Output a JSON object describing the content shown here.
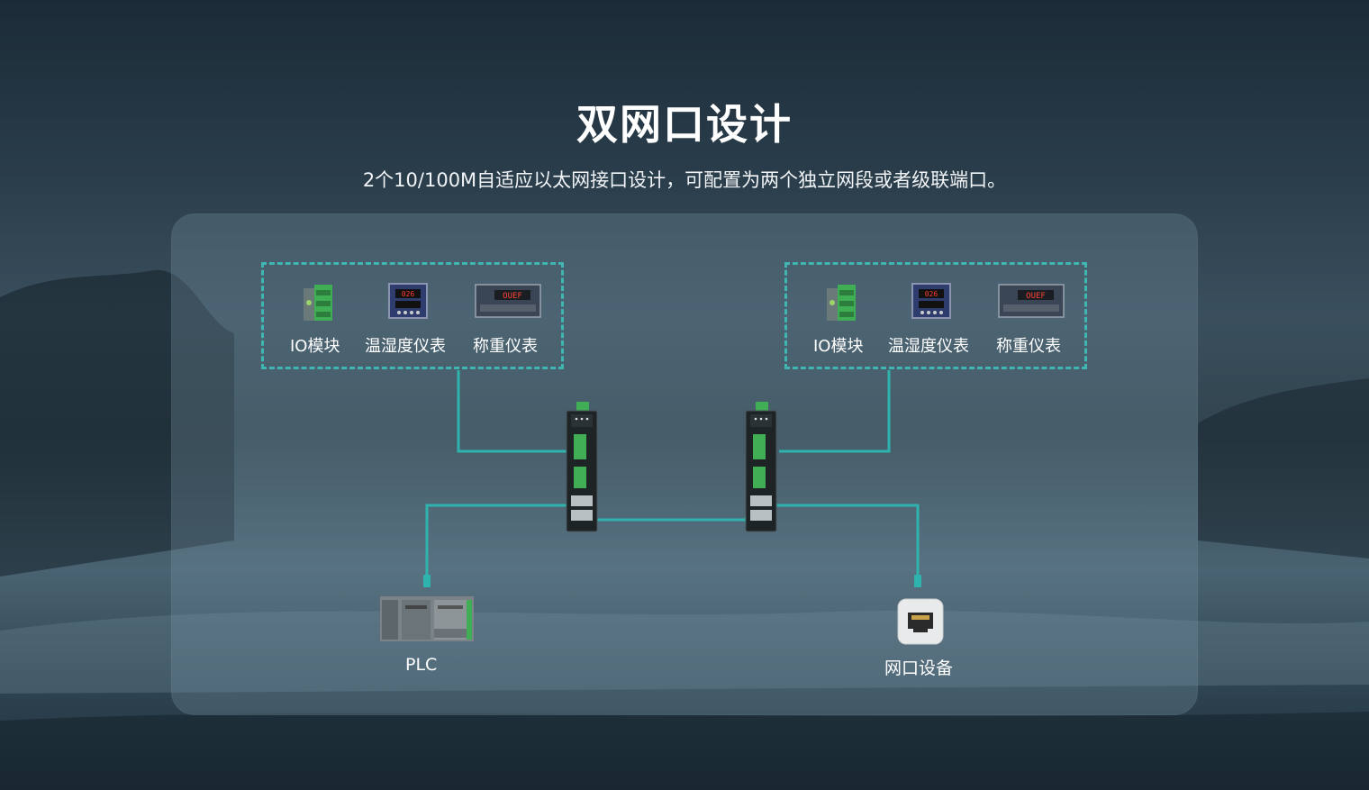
{
  "header": {
    "title": "双网口设计",
    "subtitle": "2个10/100M自适应以太网接口设计，可配置为两个独立网段或者级联端口。"
  },
  "left_group": {
    "devices": [
      {
        "label": "IO模块",
        "icon": "io-module-icon"
      },
      {
        "label": "温湿度仪表",
        "icon": "temp-humidity-meter-icon"
      },
      {
        "label": "称重仪表",
        "icon": "weighing-meter-icon"
      }
    ]
  },
  "right_group": {
    "devices": [
      {
        "label": "IO模块",
        "icon": "io-module-icon"
      },
      {
        "label": "温湿度仪表",
        "icon": "temp-humidity-meter-icon"
      },
      {
        "label": "称重仪表",
        "icon": "weighing-meter-icon"
      }
    ]
  },
  "meter_readout": {
    "temp": "026",
    "weight": "OUEF"
  },
  "endpoints": {
    "plc": {
      "label": "PLC",
      "icon": "plc-icon"
    },
    "network": {
      "label": "网口设备",
      "icon": "ethernet-port-icon"
    }
  },
  "colors": {
    "accent": "#2fb3ae",
    "dashed_border": "#3fb6b1",
    "text": "#ffffff"
  }
}
